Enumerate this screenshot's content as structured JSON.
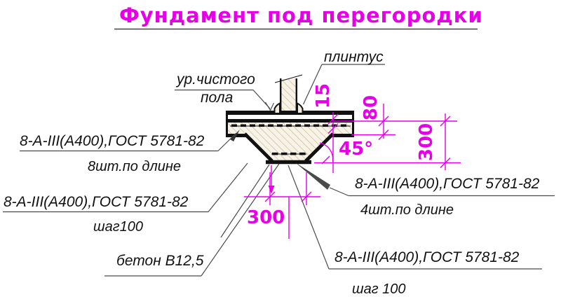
{
  "title": "Фундамент под перегородки",
  "colors": {
    "accent": "#e600e6",
    "drawing_line": "#111111",
    "leader": "#4a4a4a",
    "hatch": "#c9b48c"
  },
  "callouts": {
    "floor_level_line1": "ур.чистого",
    "floor_level_line2": "пола",
    "plinth": "плинтус",
    "rebar_top": {
      "spec": "8-А-III(А400),ГОСТ 5781-82",
      "note": "8шт.по длине"
    },
    "rebar_left": {
      "spec": "8-А-III(А400),ГОСТ 5781-82",
      "note": "шаг100"
    },
    "concrete": "бетон В12,5",
    "rebar_bottom": {
      "spec": "8-А-III(А400),ГОСТ 5781-82",
      "note": "4шт.по длине"
    },
    "rebar_right": {
      "spec": "8-А-III(А400),ГОСТ 5781-82",
      "note": "шаг 100"
    }
  },
  "dimensions": {
    "plinth_height": "15",
    "slab_thickness": "80",
    "foundation_depth": "300",
    "slope_angle": "45°",
    "bottom_width": "300"
  }
}
